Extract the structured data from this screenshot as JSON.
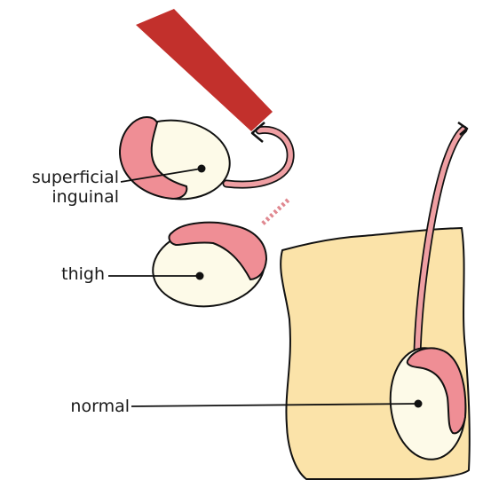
{
  "labels": {
    "superficial_line1": "superficial",
    "superficial_line2": "inguinal",
    "thigh": "thigh",
    "normal": "normal"
  },
  "colors": {
    "testis_fill": "#fdfae8",
    "epididymis_fill": "#ef8e95",
    "spermatic_cord": "#ef9fa3",
    "scrotum_fill": "#fbe3a9",
    "muscle_fill": "#c2302c",
    "outline": "#111111"
  }
}
